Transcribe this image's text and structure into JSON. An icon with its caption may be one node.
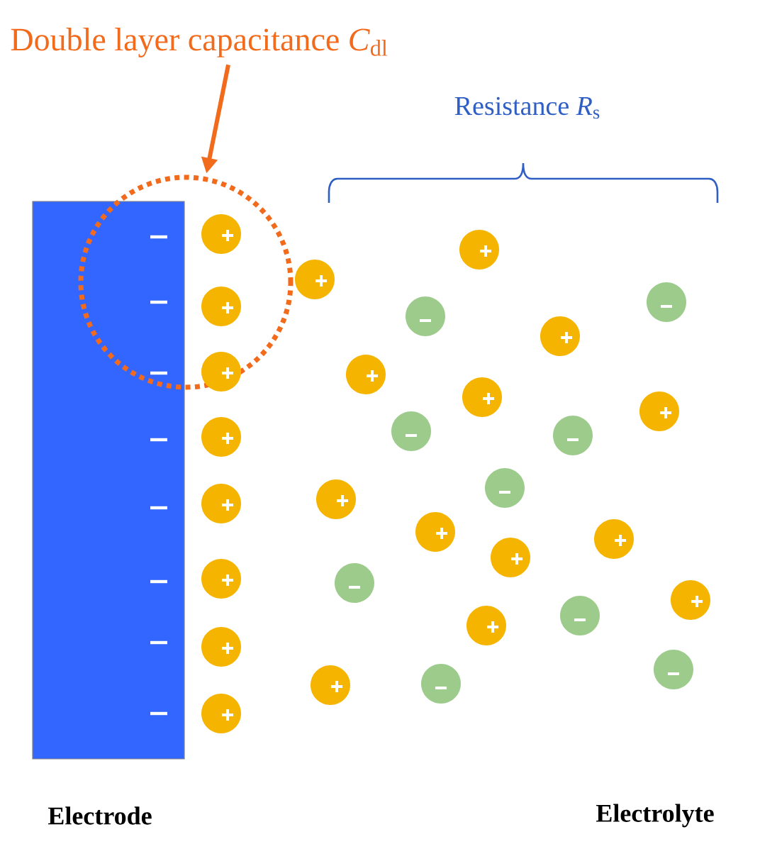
{
  "diagram": {
    "nodes": [
      {
        "text": [
          "Double layer capacitance *C*$_{dl}$"
        ]
      },
      {
        "text": [],
        "shape": "circle"
      },
      {
        "text": [],
        "shape": "box",
        "beside": [
          "Electrode"
        ]
      }
    ],
    "edges": [
      {
        "from": 0,
        "to": 1,
        "arrow": "to"
      }
    ],
    "labels": [
      "Resistance *R*$_{s}$",
      "Electrolyte"
    ]
  }
}
